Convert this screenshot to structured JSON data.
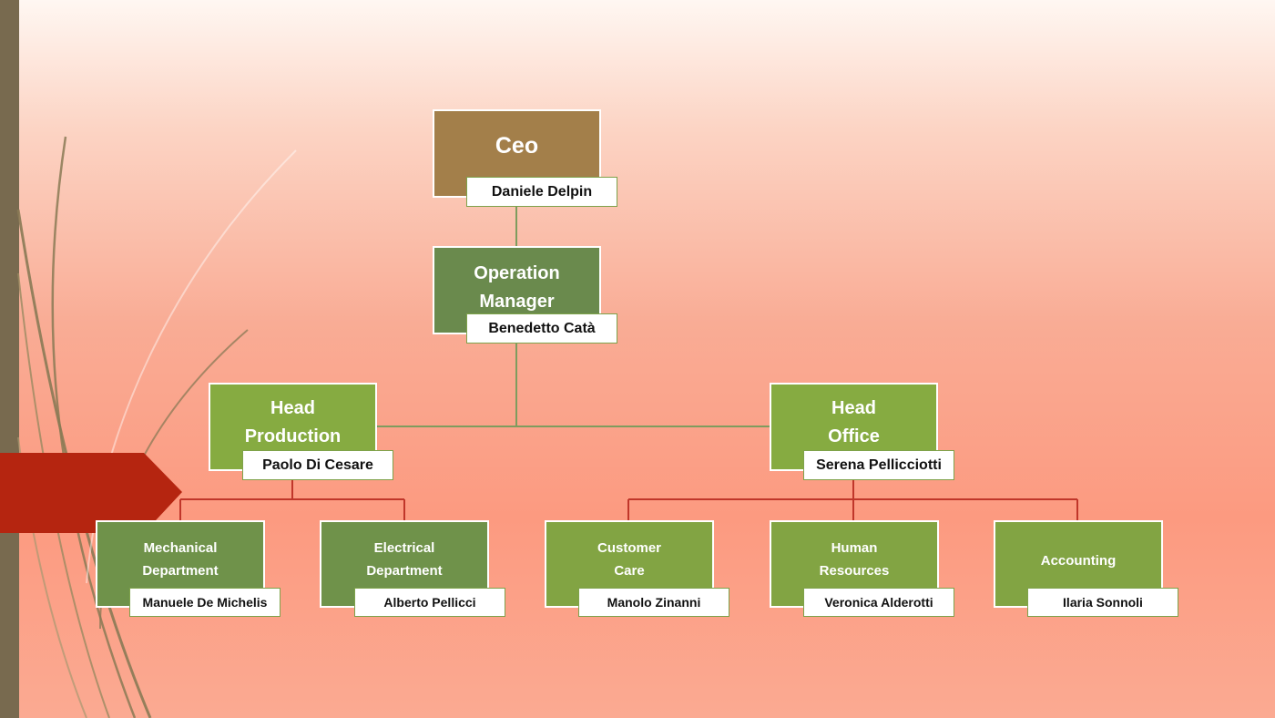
{
  "slide": {
    "accent_bar_color": "#786a4f",
    "arrow_tab_color": "#b52510"
  },
  "org_chart": {
    "ceo": {
      "title": "Ceo",
      "name": "Daniele Delpin"
    },
    "operation_manager": {
      "title_line1": "Operation",
      "title_line2": "Manager",
      "name": "Benedetto Catà"
    },
    "head_production": {
      "title_line1": "Head",
      "title_line2": "Production",
      "name": "Paolo Di Cesare"
    },
    "head_office": {
      "title_line1": "Head",
      "title_line2": "Office",
      "name": "Serena Pellicciotti"
    },
    "mechanical": {
      "title_line1": "Mechanical",
      "title_line2": "Department",
      "name": "Manuele De Michelis"
    },
    "electrical": {
      "title_line1": "Electrical",
      "title_line2": "Department",
      "name": "Alberto Pellicci"
    },
    "customer_care": {
      "title_line1": "Customer",
      "title_line2": "Care",
      "name": "Manolo Zinanni"
    },
    "human_resources": {
      "title_line1": "Human",
      "title_line2": "Resources",
      "name": "Veronica Alderotti"
    },
    "accounting": {
      "title": "Accounting",
      "name": "Ilaria Sonnoli"
    }
  }
}
